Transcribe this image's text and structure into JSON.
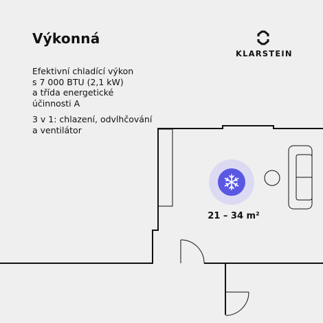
{
  "title": "Výkonná",
  "brand": {
    "name": "KLARSTEIN",
    "icon": "klarstein-logo-icon"
  },
  "description": {
    "line1": "Efektivní chladící výkon",
    "line2": "s 7 000 BTU (2,1 kW)",
    "line3": "a třída energetické",
    "line4": "účinnosti A",
    "feature_line1": "3 v 1: chlazení, odvlhčování",
    "feature_line2": "a ventilátor"
  },
  "floorplan": {
    "area": "21 – 34 m²",
    "center_icon": "snowflake-icon",
    "colors": {
      "background": "#efefef",
      "wall": "#111111",
      "halo": "#dcdaf2",
      "badge": "#5a57e3"
    }
  }
}
